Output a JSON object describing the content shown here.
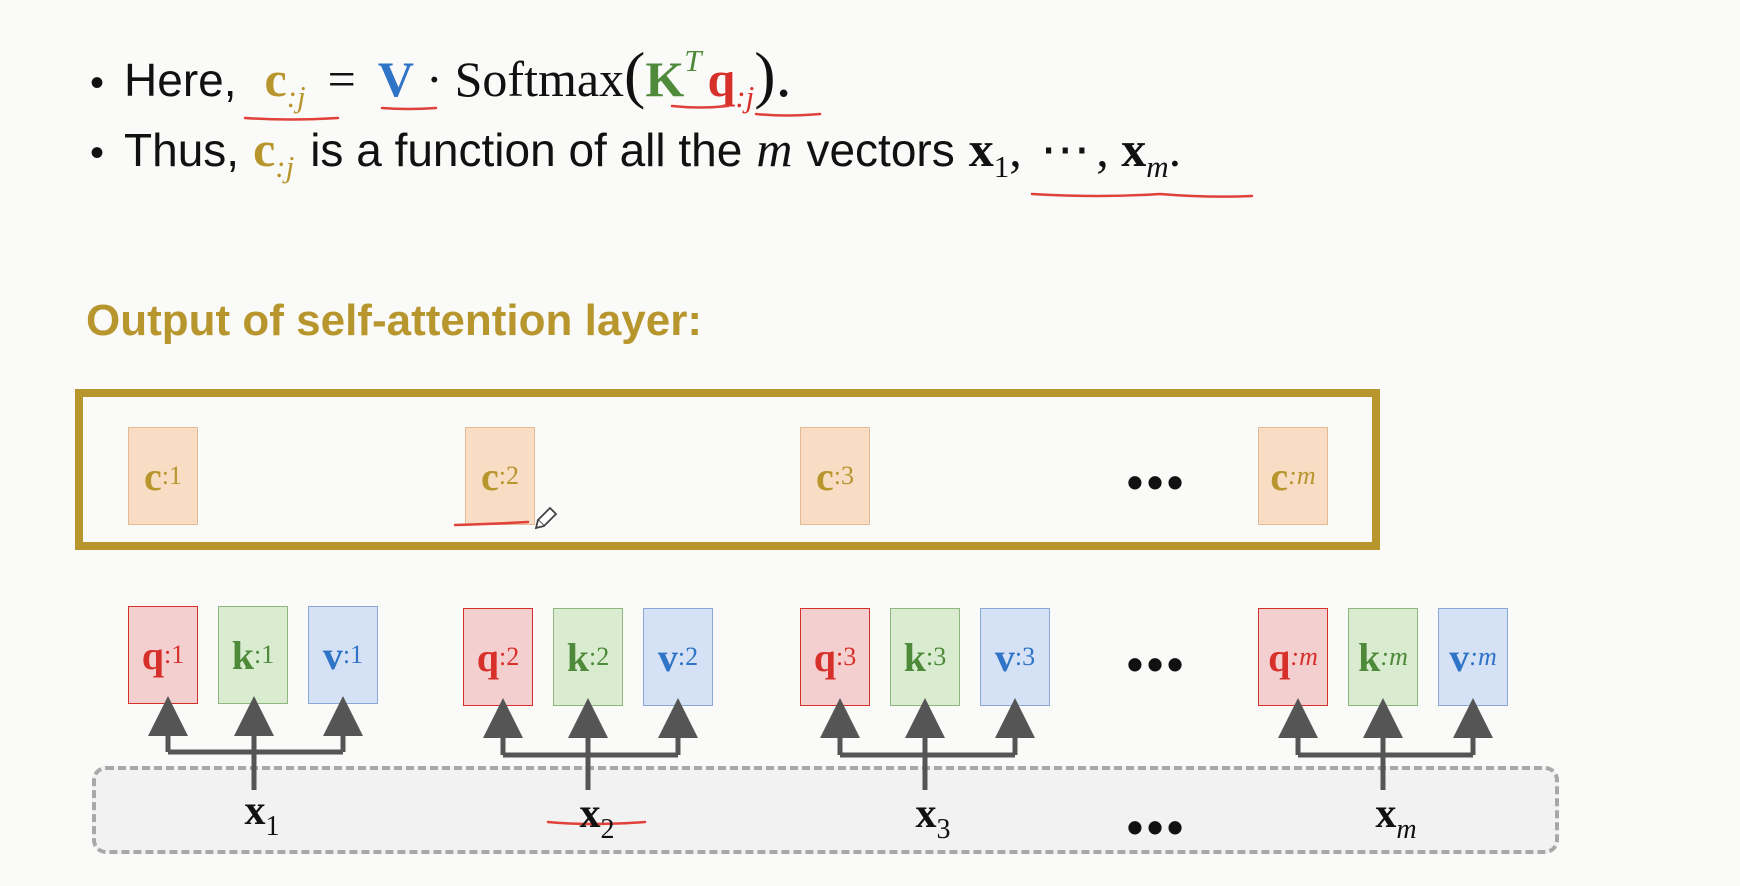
{
  "line1": {
    "bullet": "•",
    "prefix": "Here,",
    "c": "c",
    "c_sub": ":j",
    "eq": "=",
    "V": "V",
    "dot": "·",
    "softmax": "Softmax",
    "lparen": "(",
    "K": "K",
    "K_sup": "T",
    "q": "q",
    "q_sub": ":j",
    "rparen": ").",
    "after": ""
  },
  "line2": {
    "bullet": "•",
    "prefix": "Thus,",
    "c": "c",
    "c_sub": ":j",
    "middle": "is a function of all the",
    "m": "m",
    "vectors": "vectors",
    "x1": "x",
    "x1_sub": "1",
    "comma1": ",",
    "dots": "⋯",
    "comma2": ",",
    "xm": "x",
    "xm_sub": "m",
    "end": "."
  },
  "section_title": "Output of self-attention layer:",
  "outputs": [
    {
      "sym": "c",
      "sub": ":1"
    },
    {
      "sym": "c",
      "sub": ":2"
    },
    {
      "sym": "c",
      "sub": ":3"
    },
    {
      "sym": "c",
      "sub": ":m"
    }
  ],
  "qkv_groups": [
    {
      "q": "q",
      "k": "k",
      "v": "v",
      "sub": ":1"
    },
    {
      "q": "q",
      "k": "k",
      "v": "v",
      "sub": ":2"
    },
    {
      "q": "q",
      "k": "k",
      "v": "v",
      "sub": ":3"
    },
    {
      "q": "q",
      "k": "k",
      "v": "v",
      "sub": ":m"
    }
  ],
  "inputs": [
    {
      "sym": "x",
      "sub": "1"
    },
    {
      "sym": "x",
      "sub": "2"
    },
    {
      "sym": "x",
      "sub": "3"
    },
    {
      "sym": "x",
      "sub": "m"
    }
  ],
  "ellipsis": "•••",
  "colors": {
    "gold": "#b8962e",
    "blue": "#2f74c6",
    "green": "#4e8a3a",
    "red": "#d7302a",
    "annotation_red": "#e0413a"
  }
}
